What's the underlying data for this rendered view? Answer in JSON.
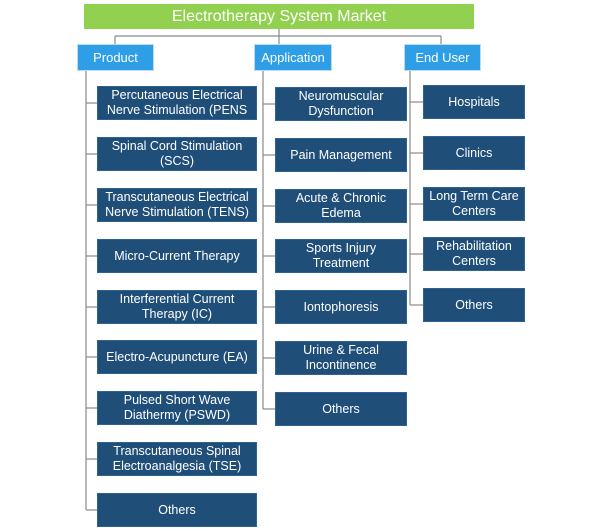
{
  "title": "Electrotherapy System Market",
  "categories": [
    {
      "label": "Product",
      "items": [
        "Percutaneous Electrical Nerve Stimulation (PENS",
        "Spinal Cord Stimulation (SCS)",
        "Transcutaneous Electrical Nerve Stimulation (TENS)",
        "Micro-Current Therapy",
        "Interferential Current Therapy (IC)",
        "Electro-Acupuncture (EA)",
        "Pulsed Short Wave Diathermy (PSWD)",
        "Transcutaneous Spinal Electroanalgesia (TSE)",
        "Others"
      ]
    },
    {
      "label": "Application",
      "items": [
        "Neuromuscular Dysfunction",
        "Pain Management",
        "Acute & Chronic Edema",
        "Sports Injury Treatment",
        "Iontophoresis",
        "Urine & Fecal Incontinence",
        "Others"
      ]
    },
    {
      "label": "End User",
      "items": [
        "Hospitals",
        "Clinics",
        "Long Term Care Centers",
        "Rehabilitation Centers",
        "Others"
      ]
    }
  ],
  "colors": {
    "title_bg": "#92d050",
    "category_bg": "#2e9fe6",
    "leaf_bg": "#1f4e79",
    "line": "#8a8a8a"
  }
}
